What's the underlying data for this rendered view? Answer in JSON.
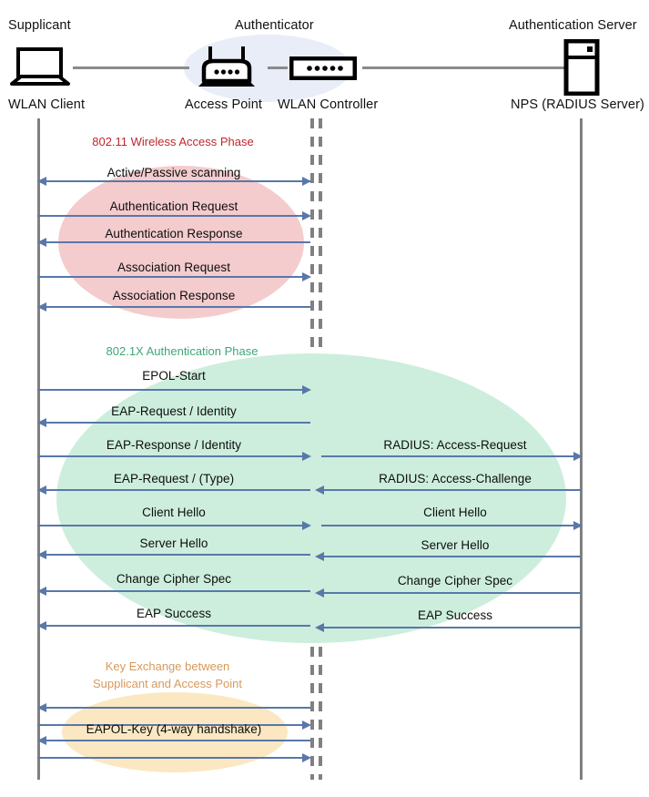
{
  "diagram": {
    "title": "802.1X WLAN authentication sequence diagram",
    "colors": {
      "phase_wireless": "#c0262c",
      "phase_dot1x": "#3fa678",
      "phase_key": "#d79a5b",
      "blob_wireless": "#f4ccce",
      "blob_dot1x": "#cdeedd",
      "blob_key": "#fbe8c2",
      "arrow": "#5878a8",
      "lifeline": "#808080",
      "authenticator_halo": "#e8edf7"
    }
  },
  "actors": [
    {
      "role": "Supplicant",
      "device": "WLAN Client",
      "icon": "laptop-icon"
    },
    {
      "role": "Authenticator",
      "device": "Access Point",
      "icon": "access-point-icon"
    },
    {
      "role": "",
      "device": "WLAN Controller",
      "icon": "wlan-controller-icon"
    },
    {
      "role": "Authentication Server",
      "device": "NPS (RADIUS Server)",
      "icon": "server-icon"
    }
  ],
  "phases": [
    {
      "id": "wireless-access",
      "label": "802.11 Wireless Access Phase",
      "color": "#c0262c",
      "messages": [
        {
          "text": "Active/Passive scanning",
          "direction": "left",
          "segment": "left"
        },
        {
          "text": "Authentication Request",
          "direction": "right",
          "segment": "left"
        },
        {
          "text": "Authentication Response",
          "direction": "left",
          "segment": "left"
        },
        {
          "text": "Association Request",
          "direction": "right",
          "segment": "left"
        },
        {
          "text": "Association Response",
          "direction": "left",
          "segment": "left"
        }
      ]
    },
    {
      "id": "dot1x-authentication",
      "label": "802.1X Authentication Phase",
      "color": "#3fa678",
      "messages": [
        {
          "text": "EPOL-Start",
          "direction": "right",
          "segment": "left"
        },
        {
          "text": "EAP-Request / Identity",
          "direction": "left",
          "segment": "left"
        },
        {
          "text": "EAP-Response / Identity",
          "direction": "right",
          "segment": "left"
        },
        {
          "text": "RADIUS: Access-Request",
          "direction": "right",
          "segment": "right"
        },
        {
          "text": "EAP-Request / (Type)",
          "direction": "left",
          "segment": "left"
        },
        {
          "text": "RADIUS: Access-Challenge",
          "direction": "left",
          "segment": "right"
        },
        {
          "text": "Client Hello",
          "direction": "right",
          "segment": "left"
        },
        {
          "text": "Client Hello",
          "direction": "right",
          "segment": "right"
        },
        {
          "text": "Server Hello",
          "direction": "left",
          "segment": "left"
        },
        {
          "text": "Server Hello",
          "direction": "left",
          "segment": "right"
        },
        {
          "text": "Change Cipher Spec",
          "direction": "left",
          "segment": "left"
        },
        {
          "text": "Change Cipher Spec",
          "direction": "left",
          "segment": "right"
        },
        {
          "text": "EAP Success",
          "direction": "left",
          "segment": "left"
        },
        {
          "text": "EAP Success",
          "direction": "left",
          "segment": "right"
        }
      ]
    },
    {
      "id": "key-exchange",
      "label_line1": "Key Exchange between",
      "label_line2": "Supplicant and Access Point",
      "color": "#d79a5b",
      "messages": [
        {
          "text": "",
          "direction": "left",
          "segment": "left"
        },
        {
          "text": "",
          "direction": "right",
          "segment": "left"
        },
        {
          "text": "EAPOL-Key (4-way handshake)",
          "direction": "left",
          "segment": "left"
        },
        {
          "text": "",
          "direction": "right",
          "segment": "left"
        }
      ]
    }
  ]
}
